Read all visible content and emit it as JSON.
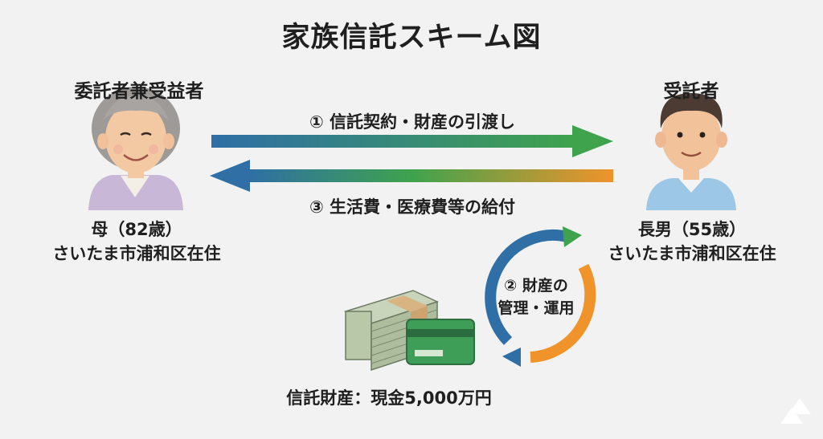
{
  "title": "家族信託スキーム図",
  "settlor": {
    "role": "委託者兼受益者",
    "name_age": "母（82歳）",
    "address": "さいたま市浦和区在住"
  },
  "trustee": {
    "role": "受託者",
    "name_age": "長男（55歳）",
    "address": "さいたま市浦和区在住"
  },
  "flows": {
    "step1": "① 信託契約・財産の引渡し",
    "step3": "③ 生活費・医療費等の給付"
  },
  "cycle": {
    "line1": "② 財産の",
    "line2": "管理・運用"
  },
  "asset": {
    "label": "信託財産：現金5,000万円"
  },
  "colors": {
    "arrow_green": "#3fa34d",
    "arrow_blue": "#2f6fa6",
    "arrow_orange": "#f0932b",
    "mother_top": "#c9b7d8",
    "son_shirt": "#9cc7e6",
    "cash": "#b9c8a8",
    "card": "#3e9d57"
  },
  "icons": [
    "mother-avatar",
    "son-avatar",
    "cash-stack-icon",
    "card-icon",
    "cycle-arrows-icon",
    "logo-icon"
  ]
}
